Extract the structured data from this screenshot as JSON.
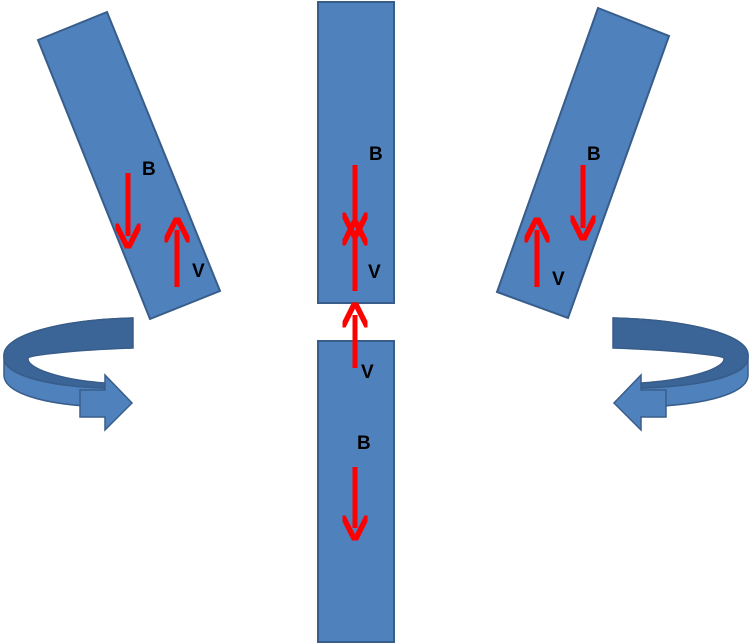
{
  "colors": {
    "bar_fill": "#4f81bd",
    "bar_stroke": "#385d8a",
    "arrow": "#ff0000",
    "rotation_arrow_dark": "#3b6597",
    "background": "#ffffff"
  },
  "bars": {
    "left_tilted": {
      "b_label": "B",
      "v_label": "V"
    },
    "center_top": {
      "b_label": "B",
      "v_label": "V"
    },
    "center_bottom": {
      "b_label": "B",
      "v_label": "V"
    },
    "right_tilted": {
      "b_label": "B",
      "v_label": "V"
    }
  },
  "rotation_arrows": {
    "left": {
      "icon": "curved-arrow-clockwise-icon"
    },
    "right": {
      "icon": "curved-arrow-counterclockwise-icon"
    }
  }
}
